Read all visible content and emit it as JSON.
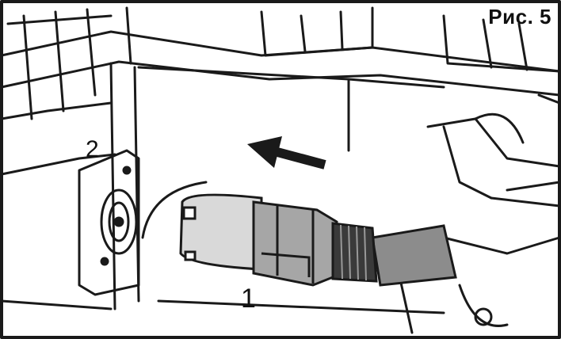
{
  "figure": {
    "title": "Рис. 5",
    "callouts": {
      "one": "1",
      "two": "2"
    }
  },
  "colors": {
    "line": "#1a1a1a",
    "cartridge_light": "#d9d9d9",
    "cartridge_mid": "#a6a6a6",
    "cartridge_dark": "#6e6e6e",
    "thread": "#3a3a3a",
    "hose": "#8c8c8c"
  }
}
